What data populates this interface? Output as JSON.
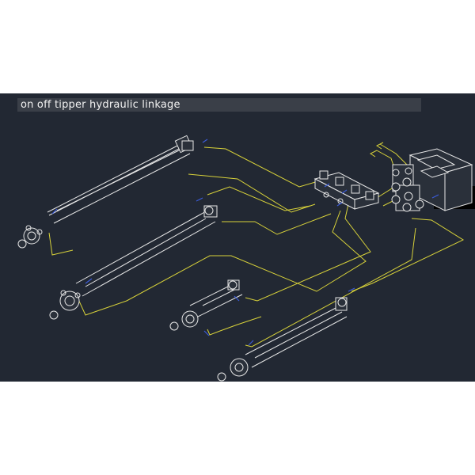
{
  "title": "on off tipper hydraulic linkage",
  "colors": {
    "page_background": "#ffffff",
    "drawing_background": "#222833",
    "title_bar": "#3a3f48",
    "line_white": "#e6e6e6",
    "hose_yellow": "#d8d23a",
    "fitting_blue": "#3b5bd8"
  },
  "components": {
    "cylinders": 4,
    "valve_block": "valve-block",
    "manifold": "manifold"
  }
}
